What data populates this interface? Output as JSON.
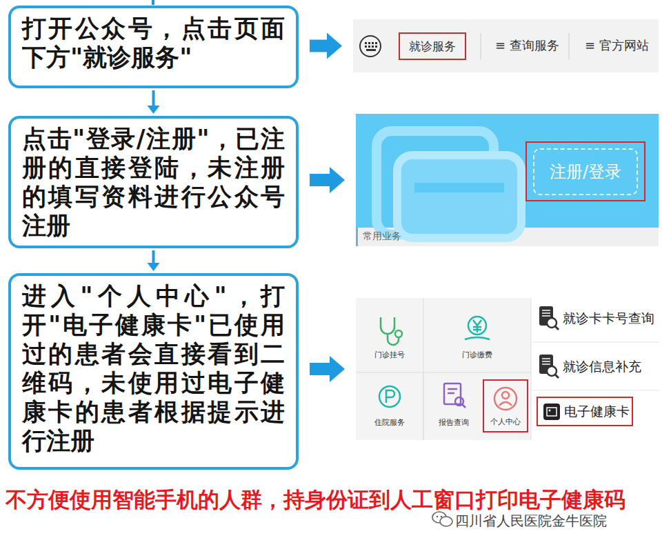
{
  "diagram": {
    "nodes": [
      {
        "text": [
          "打开公众号，点击页面下方\"就诊服务\""
        ]
      },
      {
        "text": [
          "≡ 查询服务",
          "≡ 官方网站"
        ]
      },
      {
        "text": [
          "就诊服务"
        ],
        "in": 1
      },
      {
        "text": [
          "点击\"登录/注册\"，已注册的直接登陆，未注册的填写资料进行公众号注册"
        ]
      },
      {
        "text": [
          "常用业务"
        ]
      },
      {
        "text": [
          "注册/登录"
        ],
        "in": 4
      },
      {
        "text": [
          "进入\"个人中心\"，打开\"电子健康卡\"已使用过的患者会直接看到二维码，未使用过电子健康卡的患者根据提示进行注册"
        ]
      },
      {
        "text": [
          "门诊挂号",
          "门诊缴费",
          "住院服务",
          "报告查询",
          "就诊卡卡号查询",
          "就诊信息补充"
        ]
      },
      {
        "text": [
          "个人中心"
        ],
        "in": 7
      },
      {
        "text": [
          "电子健康卡"
        ],
        "in": 7
      }
    ],
    "edges": [
      {
        "from": 0,
        "to": 3,
        "arrow": "to"
      },
      {
        "from": 3,
        "to": 6,
        "arrow": "to"
      },
      {
        "from": 0,
        "to": 1,
        "arrow": "to"
      },
      {
        "from": 3,
        "to": 4,
        "arrow": "to"
      },
      {
        "from": 6,
        "to": 7,
        "arrow": "to"
      }
    ],
    "labels": [
      "不方便使用智能手机的人群，持身份证到人工窗口打印电子健康码",
      "四川省人民医院金牛医院"
    ]
  }
}
